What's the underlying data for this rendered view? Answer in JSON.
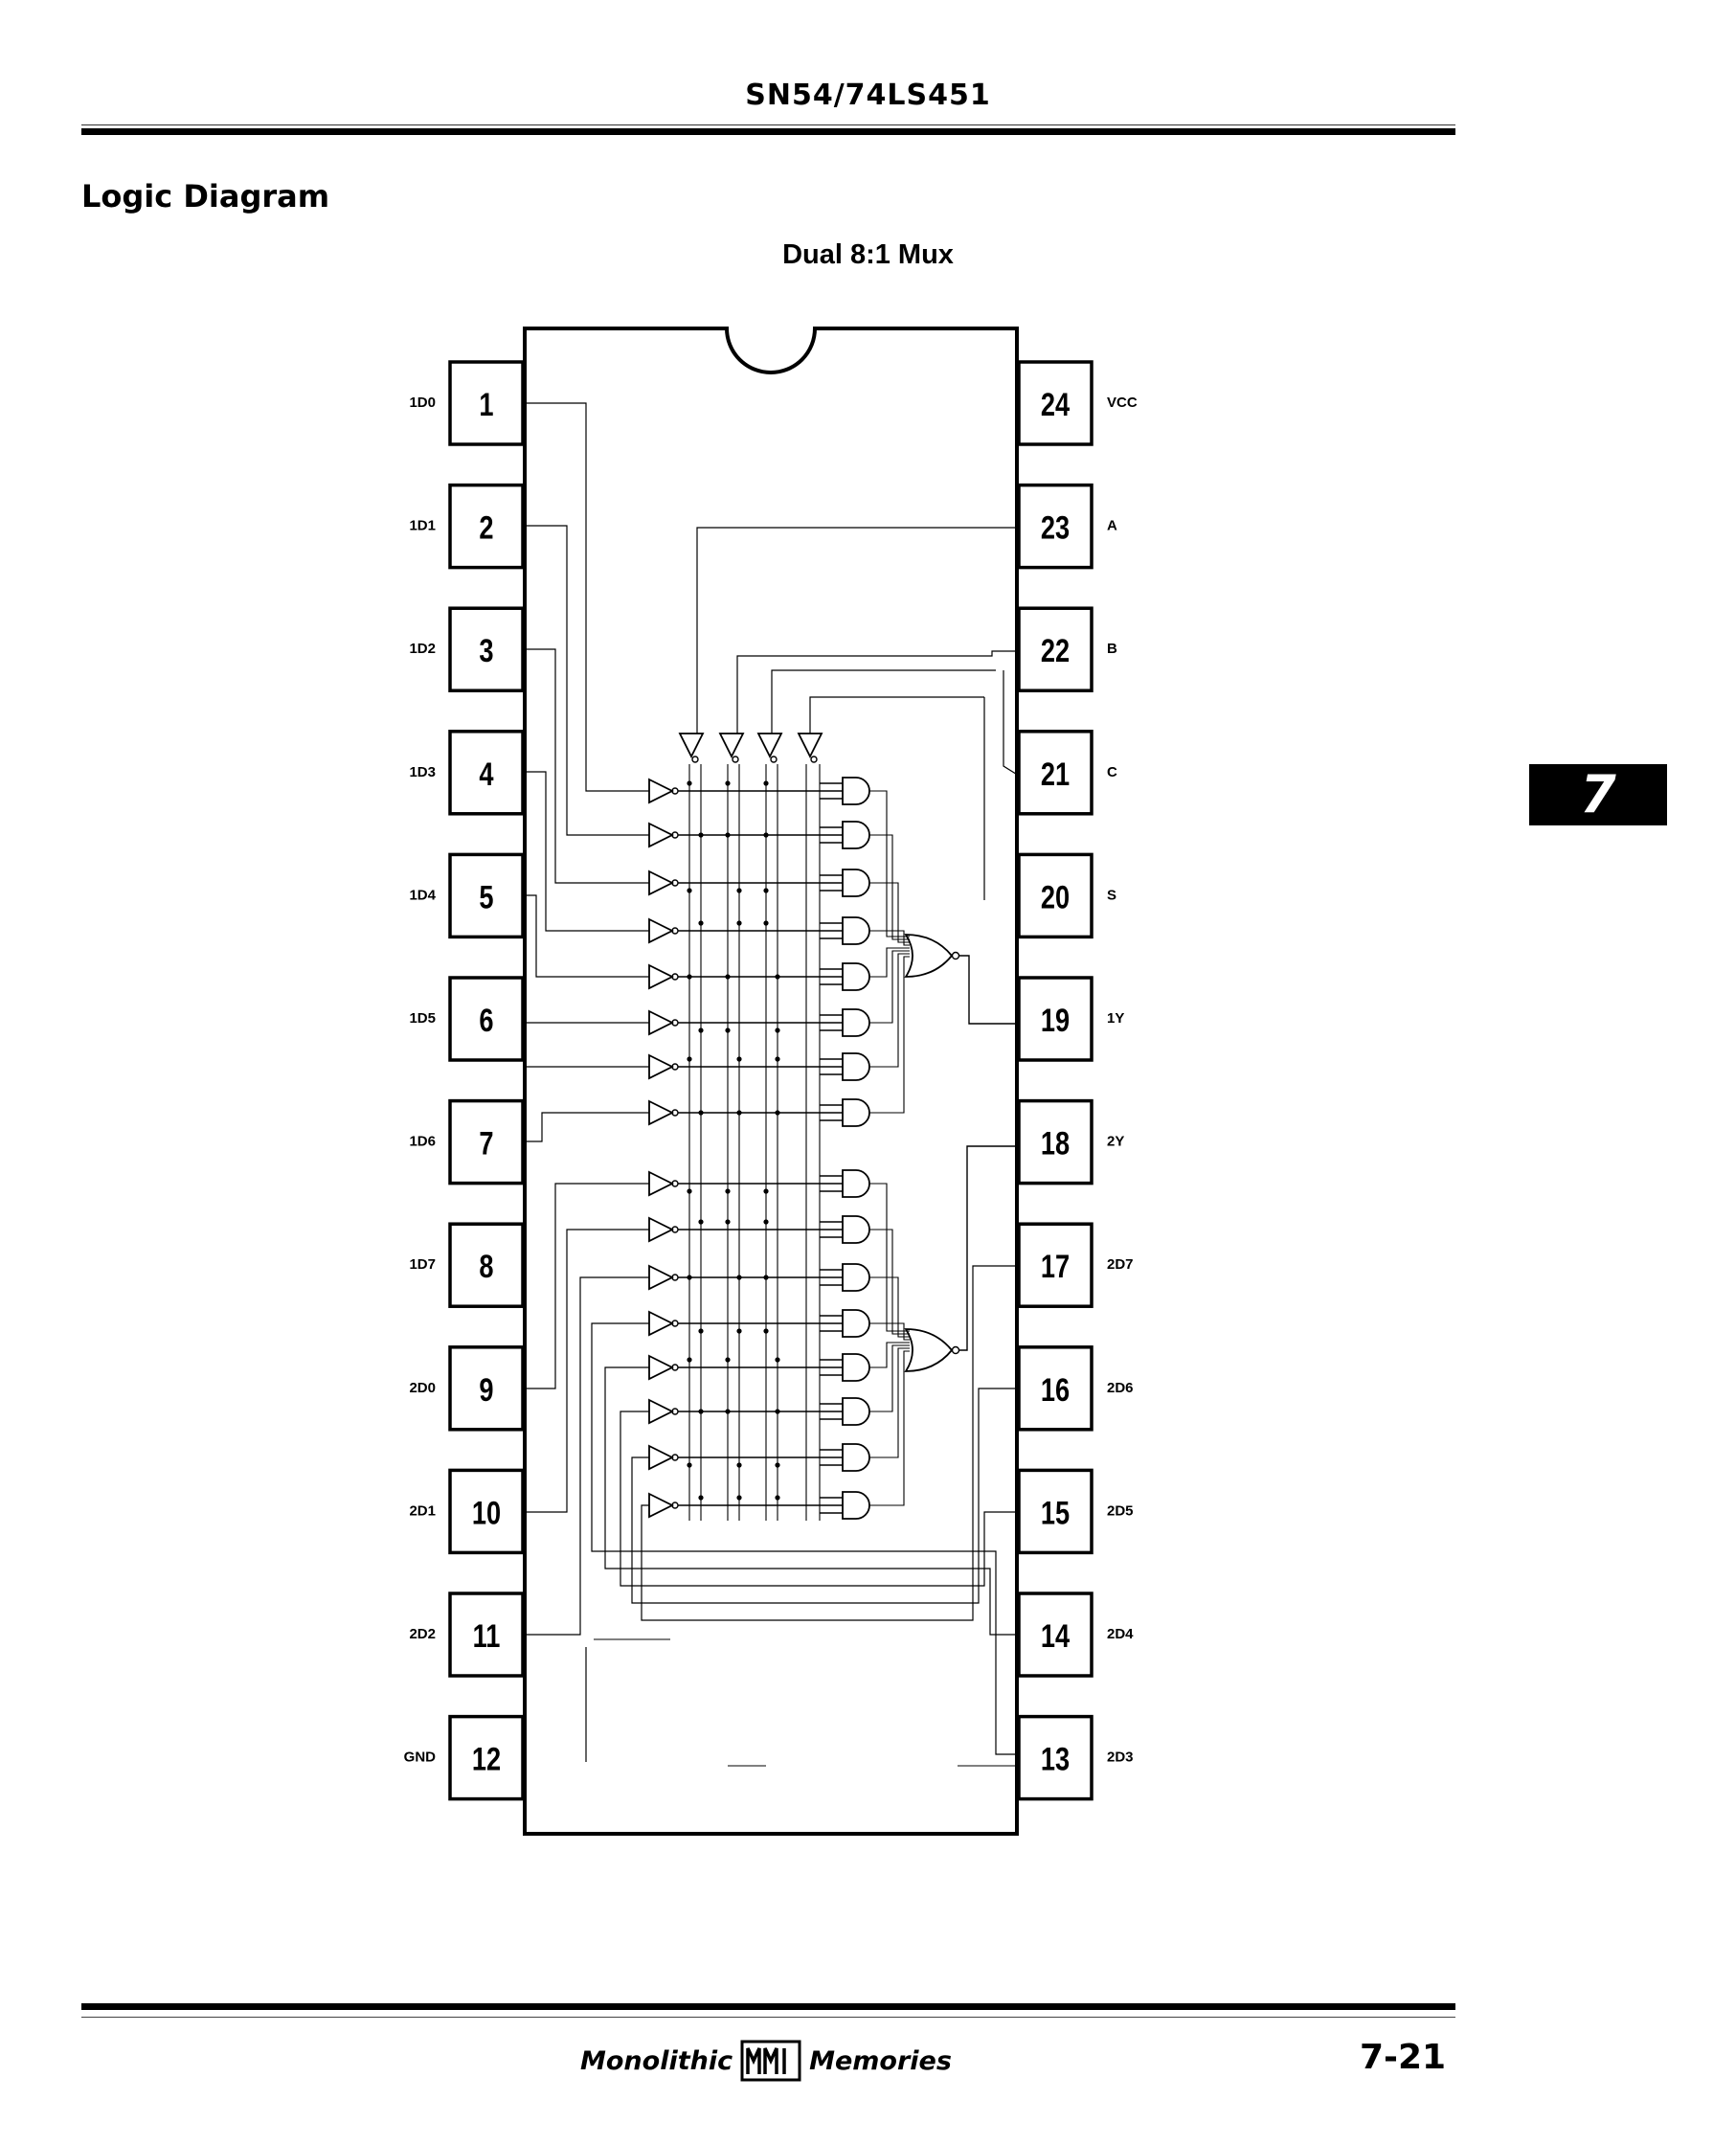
{
  "header": {
    "part_number": "SN54/74LS451"
  },
  "section": {
    "title": "Logic Diagram"
  },
  "diagram": {
    "title": "Dual 8:1 Mux",
    "left_pins": [
      {
        "number": "1",
        "label": "1D0"
      },
      {
        "number": "2",
        "label": "1D1"
      },
      {
        "number": "3",
        "label": "1D2"
      },
      {
        "number": "4",
        "label": "1D3"
      },
      {
        "number": "5",
        "label": "1D4"
      },
      {
        "number": "6",
        "label": "1D5"
      },
      {
        "number": "7",
        "label": "1D6"
      },
      {
        "number": "8",
        "label": "1D7"
      },
      {
        "number": "9",
        "label": "2D0"
      },
      {
        "number": "10",
        "label": "2D1"
      },
      {
        "number": "11",
        "label": "2D2"
      },
      {
        "number": "12",
        "label": "GND"
      }
    ],
    "right_pins": [
      {
        "number": "24",
        "label": "VCC"
      },
      {
        "number": "23",
        "label": "A"
      },
      {
        "number": "22",
        "label": "B"
      },
      {
        "number": "21",
        "label": "C"
      },
      {
        "number": "20",
        "label": "S"
      },
      {
        "number": "19",
        "label": "1Y"
      },
      {
        "number": "18",
        "label": "2Y"
      },
      {
        "number": "17",
        "label": "2D7"
      },
      {
        "number": "16",
        "label": "2D6"
      },
      {
        "number": "15",
        "label": "2D5"
      },
      {
        "number": "14",
        "label": "2D4"
      },
      {
        "number": "13",
        "label": "2D3"
      }
    ]
  },
  "side_tab": {
    "label": "7"
  },
  "footer": {
    "brand_left": "Monolithic",
    "brand_logo": "MMI",
    "brand_right": "Memories",
    "page": "7-21"
  }
}
